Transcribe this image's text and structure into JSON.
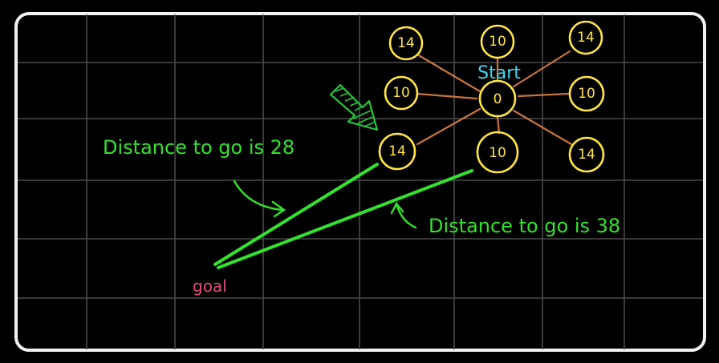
{
  "board": {
    "start_label": "Start",
    "goal_label": "goal",
    "annotation_top": "Distance to go is 28",
    "annotation_bottom": "Distance to go is 38"
  },
  "nodes": {
    "start": "0",
    "top_left": "14",
    "top": "10",
    "top_right": "14",
    "left": "10",
    "right": "10",
    "bottom_left": "14",
    "bottom": "10",
    "bottom_right": "14"
  },
  "colors": {
    "background": "#000000",
    "grid": "#4a4a4a",
    "node_ring": "#ffe640",
    "edge": "#c8743a",
    "start_text": "#3fd8f0",
    "goal_text": "#e0507a",
    "annotation": "#33e22e",
    "pointer_arrow": "#22c83a"
  }
}
